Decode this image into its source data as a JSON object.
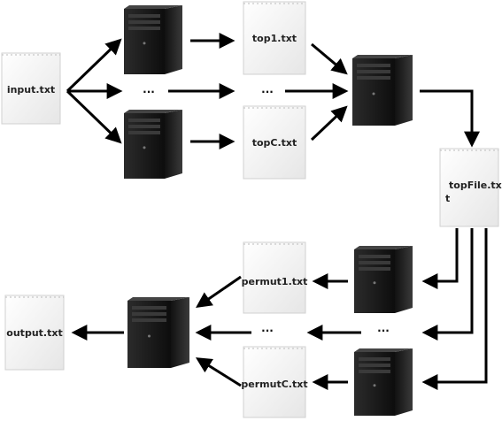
{
  "files": {
    "input": "input.txt",
    "top1": "top1.txt",
    "top_dots": "...",
    "topC": "topC.txt",
    "topfile_line1": "topFile.tx",
    "topfile_line2": "t",
    "permut1": "permut1.txt",
    "permut_dots": "...",
    "permutC": "permutC.txt",
    "output": "output.txt"
  },
  "server_dots": {
    "top_middle": "...",
    "bottom_middle": "..."
  },
  "icons": {
    "file": "notepad-file-icon",
    "server": "tower-server-icon",
    "arrow": "arrow-right-icon"
  },
  "colors": {
    "line": "#000000",
    "server_body": "#1a1a1a",
    "paper": "#f4f4f4"
  }
}
